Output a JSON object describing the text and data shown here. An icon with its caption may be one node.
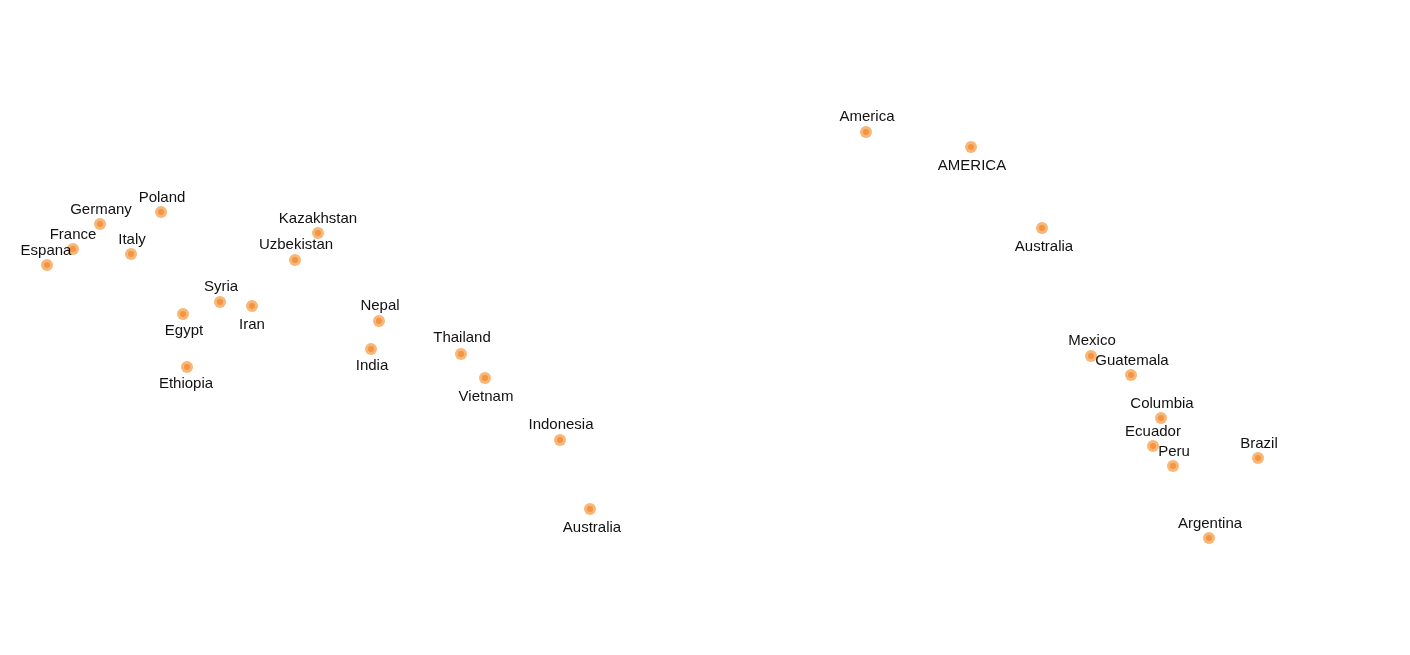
{
  "diagram": {
    "labels": [
      "America",
      "AMERICA",
      "Poland",
      "Germany",
      "Kazakhstan",
      "France",
      "Italy",
      "Australia",
      "Uzbekistan",
      "Espana",
      "Syria",
      "Nepal",
      "Egypt",
      "Iran",
      "Thailand",
      "Mexico",
      "Guatemala",
      "India",
      "Ethiopia",
      "Vietnam",
      "Columbia",
      "Indonesia",
      "Ecuador",
      "Brazil",
      "Peru",
      "Argentina",
      "Australia"
    ]
  }
}
